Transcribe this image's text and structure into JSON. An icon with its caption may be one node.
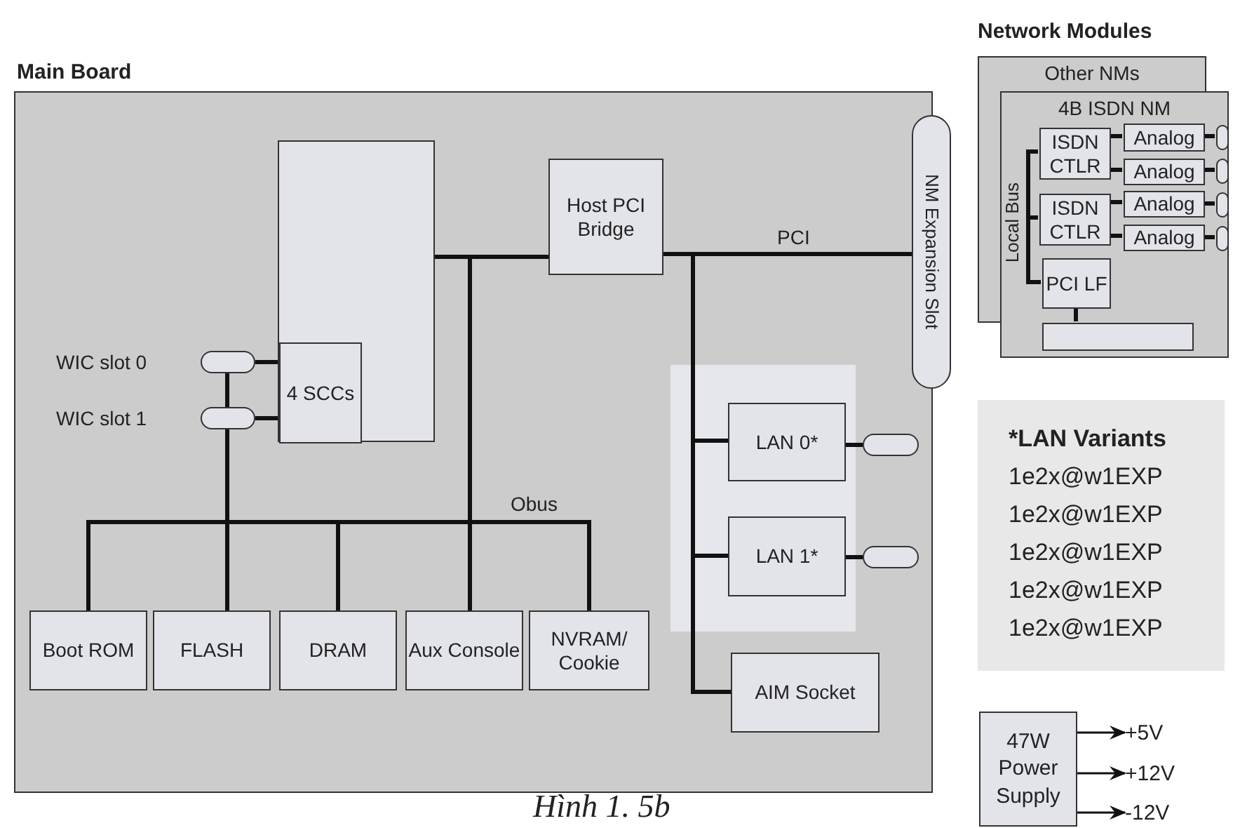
{
  "diagram": {
    "caption": "Hình 1. 5b",
    "nodes": [
      {
        "text": [
          "Main Board"
        ]
      },
      {
        "text": [],
        "shape": "box",
        "in": 0
      },
      {
        "text": [
          "4 SCCs"
        ],
        "in": 1
      },
      {
        "text": [
          "Host PCI Bridge"
        ],
        "in": 0
      },
      {
        "text": [
          "NM Expansion Slot"
        ]
      },
      {
        "text": [
          "WIC slot 0"
        ],
        "in": 0
      },
      {
        "text": [
          "WIC slot 1"
        ],
        "in": 0
      },
      {
        "text": [
          "LAN 0*"
        ],
        "in": 0
      },
      {
        "text": [],
        "shape": "oval",
        "in": 0
      },
      {
        "text": [
          "LAN 1*"
        ],
        "in": 0
      },
      {
        "text": [],
        "shape": "oval",
        "in": 0
      },
      {
        "text": [
          "AIM Socket"
        ],
        "in": 0
      },
      {
        "text": [
          "Boot ROM"
        ],
        "in": 0
      },
      {
        "text": [
          "FLASH"
        ],
        "in": 0
      },
      {
        "text": [
          "DRAM"
        ],
        "in": 0
      },
      {
        "text": [
          "Aux Console"
        ],
        "in": 0
      },
      {
        "text": [
          "NVRAM/ Cookie"
        ],
        "in": 0
      },
      {
        "text": [
          "Other NMs"
        ]
      },
      {
        "text": [
          "4B ISDN NM"
        ]
      },
      {
        "text": [
          "ISDN CTLR"
        ],
        "in": 18
      },
      {
        "text": [
          "ISDN CTLR"
        ],
        "in": 18
      },
      {
        "text": [
          "Analog"
        ],
        "in": 18
      },
      {
        "text": [
          "Analog"
        ],
        "in": 18
      },
      {
        "text": [
          "Analog"
        ],
        "in": 18
      },
      {
        "text": [
          "Analog"
        ],
        "in": 18
      },
      {
        "text": [],
        "shape": "oval",
        "in": 18
      },
      {
        "text": [],
        "shape": "oval",
        "in": 18
      },
      {
        "text": [],
        "shape": "oval",
        "in": 18
      },
      {
        "text": [],
        "shape": "oval",
        "in": 18
      },
      {
        "text": [
          "PCI LF"
        ],
        "in": 18
      },
      {
        "text": [],
        "shape": "box",
        "in": 18
      },
      {
        "text": [
          "*LAN Variants",
          "1e2x@w1EXP",
          "1e2x@w1EXP",
          "1e2x@w1EXP",
          "1e2x@w1EXP",
          "1e2x@w1EXP"
        ]
      },
      {
        "text": [
          "47W Power Supply"
        ]
      },
      {
        "text": [
          "+5V"
        ]
      },
      {
        "text": [
          "+12V"
        ]
      },
      {
        "text": [
          "-12V"
        ]
      }
    ],
    "edges": [
      {
        "from": 1,
        "to": 3,
        "arrow": "none"
      },
      {
        "from": 3,
        "to": 4,
        "arrow": "none",
        "label": "PCI"
      },
      {
        "from": 3,
        "to": 7,
        "arrow": "none"
      },
      {
        "from": 3,
        "to": 9,
        "arrow": "none"
      },
      {
        "from": 3,
        "to": 11,
        "arrow": "none"
      },
      {
        "from": 1,
        "to": 12,
        "arrow": "none"
      },
      {
        "from": 1,
        "to": 13,
        "arrow": "none"
      },
      {
        "from": 1,
        "to": 14,
        "arrow": "none"
      },
      {
        "from": 1,
        "to": 15,
        "arrow": "none"
      },
      {
        "from": 1,
        "to": 16,
        "arrow": "none",
        "label": "Obus"
      },
      {
        "from": 2,
        "to": 5,
        "arrow": "none"
      },
      {
        "from": 2,
        "to": 6,
        "arrow": "none"
      },
      {
        "from": 5,
        "to": 6,
        "arrow": "none"
      },
      {
        "from": 6,
        "to": 13,
        "arrow": "none"
      },
      {
        "from": 7,
        "to": 8,
        "arrow": "none"
      },
      {
        "from": 9,
        "to": 10,
        "arrow": "none"
      },
      {
        "from": 19,
        "to": 21,
        "arrow": "none"
      },
      {
        "from": 19,
        "to": 22,
        "arrow": "none"
      },
      {
        "from": 20,
        "to": 23,
        "arrow": "none"
      },
      {
        "from": 20,
        "to": 24,
        "arrow": "none"
      },
      {
        "from": 21,
        "to": 25,
        "arrow": "none"
      },
      {
        "from": 22,
        "to": 26,
        "arrow": "none"
      },
      {
        "from": 23,
        "to": 27,
        "arrow": "none"
      },
      {
        "from": 24,
        "to": 28,
        "arrow": "none"
      },
      {
        "from": 19,
        "to": 29,
        "arrow": "none",
        "label": "Local Bus"
      },
      {
        "from": 20,
        "to": 29,
        "arrow": "none"
      },
      {
        "from": 29,
        "to": 30,
        "arrow": "none"
      },
      {
        "from": 32,
        "to": 33,
        "arrow": "to"
      },
      {
        "from": 32,
        "to": 34,
        "arrow": "to"
      },
      {
        "from": 32,
        "to": 35,
        "arrow": "to"
      }
    ],
    "labels": [
      "Network Modules"
    ]
  }
}
